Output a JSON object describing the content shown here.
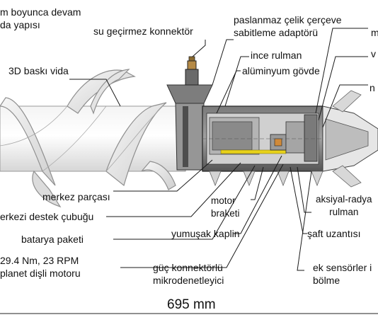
{
  "labels": {
    "thread_desc_1": "m boyunca devam",
    "thread_desc_2": "da yapısı",
    "waterproof_connector": "su geçirmez konnektör",
    "frame_adapter_1": "paslanmaz çelik çerçeve",
    "frame_adapter_2": "sabitleme adaptörü",
    "right_top_cut": "m",
    "thin_bearing": "ince rulman",
    "right_v_cut": "v",
    "aluminum_body": "alüminyum gövde",
    "screw_3d": "3D baskı vida",
    "right_n_cut": "n",
    "center_piece": "merkez parçası",
    "support_rod": "erkezi destek çubuğu",
    "motor_bracket_1": "motor",
    "motor_bracket_2": "braketi",
    "axial_radial_1": "aksiyal-radya",
    "axial_radial_2": "rulman",
    "battery_pack": "batarya paketi",
    "soft_coupling": "yumuşak kaplin",
    "shaft_extension": "şaft uzantısı",
    "motor_spec_1": "29.4 Nm, 23 RPM",
    "motor_spec_2": "planet dişli motoru",
    "microcontroller_1": "güç konnektörlü",
    "microcontroller_2": "mikrodenetleyici",
    "sensor_bay_1": "ek sensörler i",
    "sensor_bay_2": "bölme"
  },
  "dimension": {
    "length": "695 mm"
  },
  "colors": {
    "screw_fill": "#ececec",
    "screw_edge": "#9a9a9a",
    "body_dark": "#5a5a5a",
    "body_mid": "#8c8c8c",
    "leader": "#1a1a1a",
    "shaft_yellow": "#e8d21a",
    "coupling_orange": "#d08a3a"
  }
}
